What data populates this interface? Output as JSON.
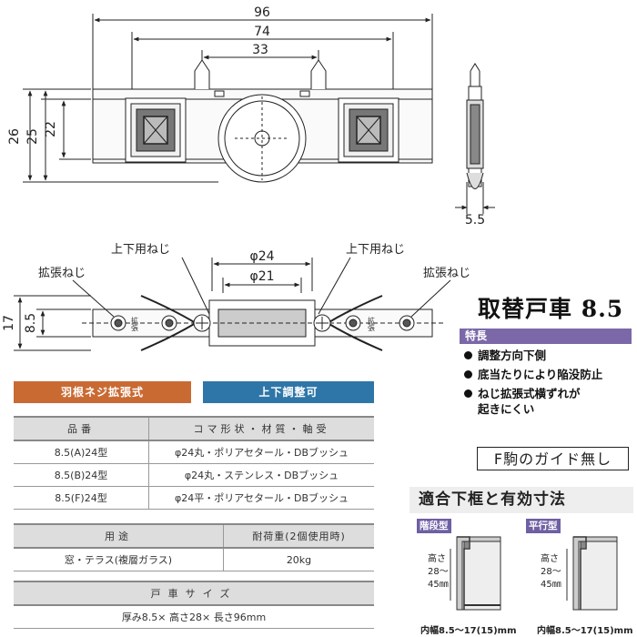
{
  "product_title": "取替戸車 8.5",
  "drawing": {
    "dim_total": "96",
    "dim_mid": "74",
    "dim_inner": "33",
    "height_a": "26",
    "height_b": "25",
    "height_c": "22",
    "side_width": "5.5",
    "bottom_height": "17",
    "bottom_center": "8.5",
    "wheel_outer": "φ24",
    "wheel_inner": "φ21",
    "label_updown_left": "上下用ねじ",
    "label_updown_right": "上下用ねじ",
    "label_expand_left": "拡張ねじ",
    "label_expand_right": "拡張ねじ",
    "small_mark": "拡張"
  },
  "features": {
    "header": "特長",
    "items": [
      "調整方向下側",
      "底当たりにより陥没防止",
      "ねじ拡張式横ずれが",
      "起きにくい"
    ]
  },
  "badges": {
    "left": "羽根ネジ拡張式",
    "right": "上下調整可",
    "left_color": "#c96a33",
    "right_color": "#2f76a8"
  },
  "model_table": {
    "headers": [
      "品番",
      "コマ形状・材質・軸受"
    ],
    "rows": [
      [
        "8.5(A)24型",
        "φ24丸・ポリアセタール・DBブッシュ"
      ],
      [
        "8.5(B)24型",
        "φ24丸・ステンレス・DBブッシュ"
      ],
      [
        "8.5(F)24型",
        "φ24平・ポリアセタール・DBブッシュ"
      ]
    ]
  },
  "usage_table": {
    "headers": [
      "用途",
      "耐荷重(2個使用時)"
    ],
    "rows": [
      [
        "窓・テラス(複層ガラス)",
        "20kg"
      ]
    ]
  },
  "size_table": {
    "header": "戸車サイズ",
    "value": "厚み8.5× 高さ28× 長さ96mm"
  },
  "no_guide": "F駒のガイド無し",
  "frame_section": {
    "title": "適合下框と有効寸法",
    "types": [
      {
        "tag": "階段型",
        "height_label_1": "高さ",
        "height_label_2": "28～",
        "height_label_3": "45㎜",
        "width_label": "内幅8.5～17(15)mm"
      },
      {
        "tag": "平行型",
        "height_label_1": "高さ",
        "height_label_2": "28～",
        "height_label_3": "45㎜",
        "width_label": "内幅8.5～17(15)mm"
      }
    ]
  }
}
